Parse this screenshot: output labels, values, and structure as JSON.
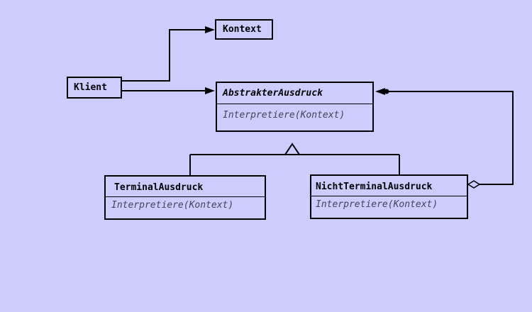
{
  "diagram": {
    "background": "#ccccff",
    "line_color": "#000000",
    "classes": {
      "kontext": {
        "name": "Kontext"
      },
      "klient": {
        "name": "Klient"
      },
      "abstrakter": {
        "name": "AbstrakterAusdruck",
        "operation": "Interpretiere(Kontext)"
      },
      "terminal": {
        "name": "TerminalAusdruck",
        "operation": "Interpretiere(Kontext)"
      },
      "nichtterminal": {
        "name": "NichtTerminalAusdruck",
        "operation": "Interpretiere(Kontext)"
      }
    }
  }
}
